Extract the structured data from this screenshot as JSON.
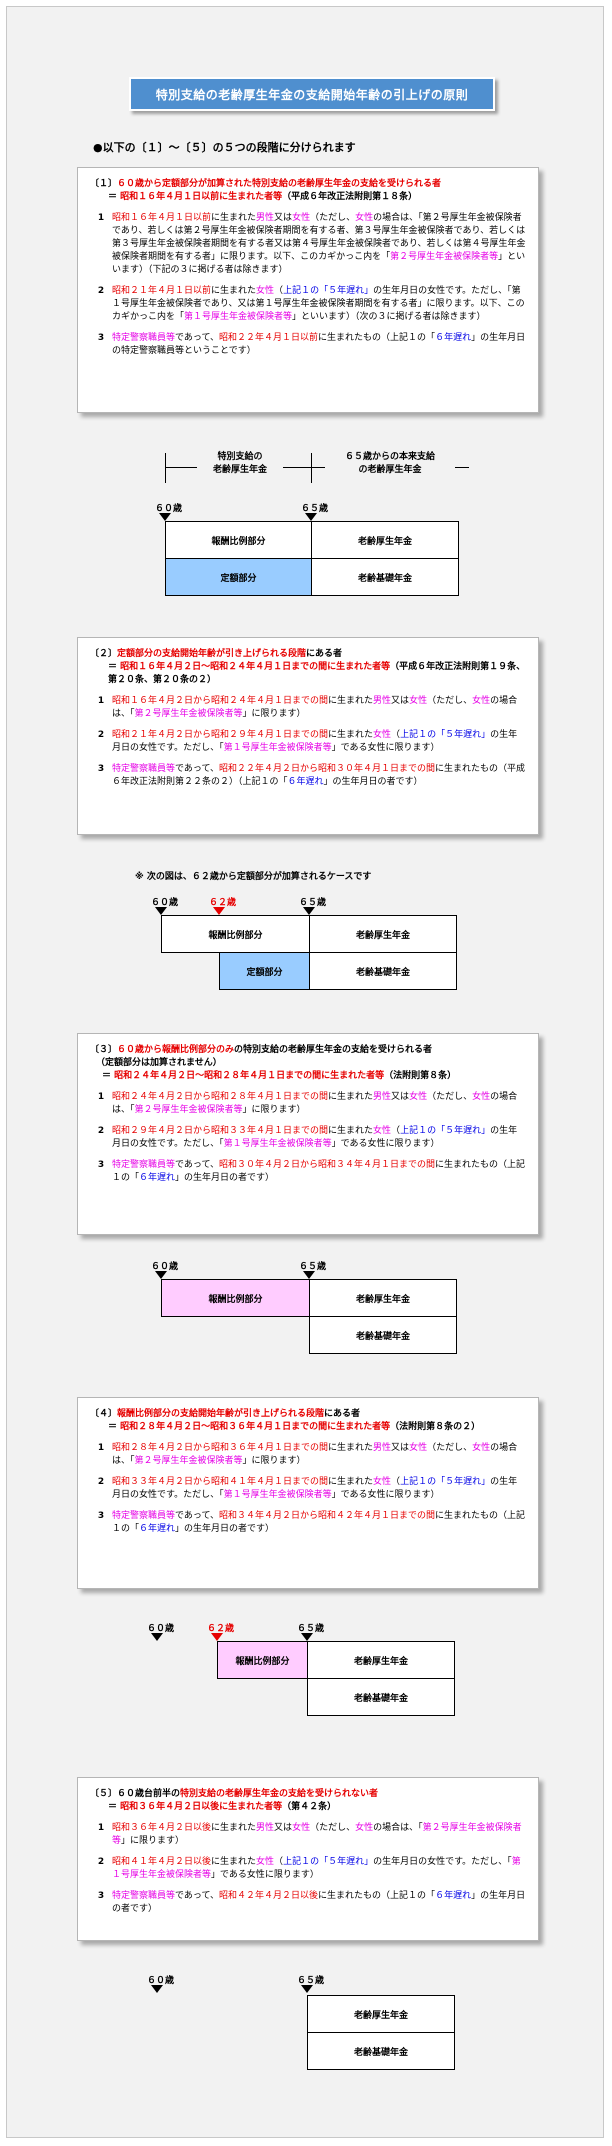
{
  "title": "特別支給の老齢厚生年金の支給開始年齢の引上げの原則",
  "intro": "●以下の〔１〕～〔５〕の５つの段階に分けられます",
  "sec1": {
    "h1": "〔１〕",
    "h2": "６０歳から定額部分が加算された特別支給の老齢厚生年金の支給を受けられる者",
    "h3": "＝",
    "h4": "昭和１６年４月１日以前に生まれた者等",
    "h5": "（平成６年改正法附則第１８条）",
    "items": [
      {
        "n": "1",
        "parts": [
          {
            "c": "red",
            "t": "昭和１６年４月１日以前"
          },
          {
            "c": "",
            "t": "に生まれた"
          },
          {
            "c": "pink",
            "t": "男性"
          },
          {
            "c": "",
            "t": "又は"
          },
          {
            "c": "pink",
            "t": "女性"
          },
          {
            "c": "",
            "t": "（ただし、"
          },
          {
            "c": "pink",
            "t": "女性"
          },
          {
            "c": "",
            "t": "の場合は、「第２号厚生年金被保険者であり、若しくは第２号厚生年金被保険者期間を有する者、第３号厚生年金被保険者であり、若しくは第３号厚生年金被保険者期間を有する者又は第４号厚生年金被保険者であり、若しくは第４号厚生年金被保険者期間を有する者」に限ります。以下、このカギかっこ内を「"
          },
          {
            "c": "pink",
            "t": "第２号厚生年金被保険者等"
          },
          {
            "c": "",
            "t": "」といいます）（下記の３に掲げる者は除きます）"
          }
        ]
      },
      {
        "n": "2",
        "parts": [
          {
            "c": "red",
            "t": "昭和２１年４月１日以前"
          },
          {
            "c": "",
            "t": "に生まれた"
          },
          {
            "c": "pink",
            "t": "女性"
          },
          {
            "c": "",
            "t": "（"
          },
          {
            "c": "blue",
            "t": "上記１の「５年遅れ」"
          },
          {
            "c": "",
            "t": "の生年月日の女性です。ただし、「第１号厚生年金被保険者であり、又は第１号厚生年金被保険者期間を有する者」に限ります。以下、このカギかっこ内を「"
          },
          {
            "c": "pink",
            "t": "第１号厚生年金被保険者等"
          },
          {
            "c": "",
            "t": "」といいます）（次の３に掲げる者は除きます）"
          }
        ]
      },
      {
        "n": "3",
        "parts": [
          {
            "c": "pink",
            "t": "特定警察職員等"
          },
          {
            "c": "",
            "t": "であって、"
          },
          {
            "c": "red",
            "t": "昭和２２年４月１日以前"
          },
          {
            "c": "",
            "t": "に生まれたもの（上記１の「"
          },
          {
            "c": "blue",
            "t": "６年遅れ"
          },
          {
            "c": "",
            "t": "」の生年月日の特定警察職員等ということです）"
          }
        ]
      }
    ]
  },
  "diag1": {
    "left_label": "特別支給の\n老齢厚生年金",
    "right_label": "６５歳からの本来支給\nの老齢厚生年金",
    "age60": "６０歳",
    "age65": "６５歳",
    "hirei": "報酬比例部分",
    "teigaku": "定額部分",
    "rorei_kosei": "老齢厚生年金",
    "rorei_kiso": "老齢基礎年金"
  },
  "sec2": {
    "h1": "〔２〕",
    "h2": "定額部分の支給開始年齢が引き上げられる段階",
    "h2b": "にある者",
    "h3": "＝",
    "h4": "昭和１６年４月２日～昭和２４年４月１日までの間に生まれた者等",
    "h5": "（平成６年改正法附則第１９条、第２０条、第２０条の２）",
    "items": [
      {
        "n": "1",
        "parts": [
          {
            "c": "red",
            "t": "昭和１６年４月２日から昭和２４年４月１日までの間"
          },
          {
            "c": "",
            "t": "に生まれた"
          },
          {
            "c": "pink",
            "t": "男性"
          },
          {
            "c": "",
            "t": "又は"
          },
          {
            "c": "pink",
            "t": "女性"
          },
          {
            "c": "",
            "t": "（ただし、"
          },
          {
            "c": "pink",
            "t": "女性"
          },
          {
            "c": "",
            "t": "の場合は、「"
          },
          {
            "c": "pink",
            "t": "第２号厚生年金被保険者等"
          },
          {
            "c": "",
            "t": "」に限ります）"
          }
        ]
      },
      {
        "n": "2",
        "parts": [
          {
            "c": "red",
            "t": "昭和２１年４月２日から昭和２９年４月１日までの間"
          },
          {
            "c": "",
            "t": "に生まれた"
          },
          {
            "c": "pink",
            "t": "女性"
          },
          {
            "c": "",
            "t": "（"
          },
          {
            "c": "blue",
            "t": "上記１の「５年遅れ」"
          },
          {
            "c": "",
            "t": "の生年月日の女性です。ただし、「"
          },
          {
            "c": "pink",
            "t": "第１号厚生年金被保険者等"
          },
          {
            "c": "",
            "t": "」である女性に限ります）"
          }
        ]
      },
      {
        "n": "3",
        "parts": [
          {
            "c": "pink",
            "t": "特定警察職員等"
          },
          {
            "c": "",
            "t": "であって、"
          },
          {
            "c": "red",
            "t": "昭和２２年４月２日から昭和３０年４月１日までの間"
          },
          {
            "c": "",
            "t": "に生まれたもの（平成６年改正法附則第２２条の２）（上記１の「"
          },
          {
            "c": "blue",
            "t": "６年遅れ"
          },
          {
            "c": "",
            "t": "」の生年月日の者です）"
          }
        ]
      }
    ]
  },
  "note2": "※ 次の図は、６２歳から定額部分が加算されるケースです",
  "diag2": {
    "age60": "６０歳",
    "age62": "６２歳",
    "age65": "６５歳",
    "hirei": "報酬比例部分",
    "teigaku": "定額部分",
    "rorei_kosei": "老齢厚生年金",
    "rorei_kiso": "老齢基礎年金"
  },
  "sec3": {
    "h1": "〔３〕",
    "h2": "６０歳から報酬比例部分のみ",
    "h2b": "の特別支給の老齢厚生年金の支給を受けられる者",
    "h2c": "（定額部分は加算されません）",
    "h3": "＝",
    "h4": "昭和２４年４月２日～昭和２８年４月１日までの間に生まれた者等",
    "h5": "（法附則第８条）",
    "items": [
      {
        "n": "1",
        "parts": [
          {
            "c": "red",
            "t": "昭和２４年４月２日から昭和２８年４月１日までの間"
          },
          {
            "c": "",
            "t": "に生まれた"
          },
          {
            "c": "pink",
            "t": "男性"
          },
          {
            "c": "",
            "t": "又は"
          },
          {
            "c": "pink",
            "t": "女性"
          },
          {
            "c": "",
            "t": "（ただし、"
          },
          {
            "c": "pink",
            "t": "女性"
          },
          {
            "c": "",
            "t": "の場合は、「"
          },
          {
            "c": "pink",
            "t": "第２号厚生年金被保険者等"
          },
          {
            "c": "",
            "t": "」に限ります）"
          }
        ]
      },
      {
        "n": "2",
        "parts": [
          {
            "c": "red",
            "t": "昭和２９年４月２日から昭和３３年４月１日までの間"
          },
          {
            "c": "",
            "t": "に生まれた"
          },
          {
            "c": "pink",
            "t": "女性"
          },
          {
            "c": "",
            "t": "（"
          },
          {
            "c": "blue",
            "t": "上記１の「５年遅れ」"
          },
          {
            "c": "",
            "t": "の生年月日の女性です。ただし、「"
          },
          {
            "c": "pink",
            "t": "第１号厚生年金被保険者等"
          },
          {
            "c": "",
            "t": "」である女性に限ります）"
          }
        ]
      },
      {
        "n": "3",
        "parts": [
          {
            "c": "pink",
            "t": "特定警察職員等"
          },
          {
            "c": "",
            "t": "であって、"
          },
          {
            "c": "red",
            "t": "昭和３０年４月２日から昭和３４年４月１日までの間"
          },
          {
            "c": "",
            "t": "に生まれたもの（上記１の「"
          },
          {
            "c": "blue",
            "t": "６年遅れ"
          },
          {
            "c": "",
            "t": "」の生年月日の者です）"
          }
        ]
      }
    ]
  },
  "diag3": {
    "age60": "６０歳",
    "age65": "６５歳",
    "hirei": "報酬比例部分",
    "rorei_kosei": "老齢厚生年金",
    "rorei_kiso": "老齢基礎年金"
  },
  "sec4": {
    "h1": "〔４〕",
    "h2": "報酬比例部分の支給開始年齢が引き上げられる段階",
    "h2b": "にある者",
    "h3": "＝",
    "h4": "昭和２８年４月２日～昭和３６年４月１日までの間に生まれた者等",
    "h5": "（法附則第８条の２）",
    "items": [
      {
        "n": "1",
        "parts": [
          {
            "c": "red",
            "t": "昭和２８年４月２日から昭和３６年４月１日までの間"
          },
          {
            "c": "",
            "t": "に生まれた"
          },
          {
            "c": "pink",
            "t": "男性"
          },
          {
            "c": "",
            "t": "又は"
          },
          {
            "c": "pink",
            "t": "女性"
          },
          {
            "c": "",
            "t": "（ただし、"
          },
          {
            "c": "pink",
            "t": "女性"
          },
          {
            "c": "",
            "t": "の場合は、「"
          },
          {
            "c": "pink",
            "t": "第２号厚生年金被保険者等"
          },
          {
            "c": "",
            "t": "」に限ります）"
          }
        ]
      },
      {
        "n": "2",
        "parts": [
          {
            "c": "red",
            "t": "昭和３３年４月２日から昭和４１年４月１日までの間"
          },
          {
            "c": "",
            "t": "に生まれた"
          },
          {
            "c": "pink",
            "t": "女性"
          },
          {
            "c": "",
            "t": "（"
          },
          {
            "c": "blue",
            "t": "上記１の「５年遅れ」"
          },
          {
            "c": "",
            "t": "の生年月日の女性です。ただし、「"
          },
          {
            "c": "pink",
            "t": "第１号厚生年金被保険者等"
          },
          {
            "c": "",
            "t": "」である女性に限ります）"
          }
        ]
      },
      {
        "n": "3",
        "parts": [
          {
            "c": "pink",
            "t": "特定警察職員等"
          },
          {
            "c": "",
            "t": "であって、"
          },
          {
            "c": "red",
            "t": "昭和３４年４月２日から昭和４２年４月１日までの間"
          },
          {
            "c": "",
            "t": "に生まれたもの（上記１の「"
          },
          {
            "c": "blue",
            "t": "６年遅れ"
          },
          {
            "c": "",
            "t": "」の生年月日の者です）"
          }
        ]
      }
    ]
  },
  "diag4": {
    "age60": "６０歳",
    "age62": "６２歳",
    "age65": "６５歳",
    "hirei": "報酬比例部分",
    "rorei_kosei": "老齢厚生年金",
    "rorei_kiso": "老齢基礎年金"
  },
  "sec5": {
    "h1": "〔５〕",
    "h2a": "６０歳台前半の",
    "h2": "特別支給の老齢厚生年金の支給を受けられない者",
    "h3": "＝",
    "h4": "昭和３６年４月２日以後に生まれた者等",
    "h5": "（第４２条）",
    "items": [
      {
        "n": "1",
        "parts": [
          {
            "c": "red",
            "t": "昭和３６年４月２日以後"
          },
          {
            "c": "",
            "t": "に生まれた"
          },
          {
            "c": "pink",
            "t": "男性"
          },
          {
            "c": "",
            "t": "又は"
          },
          {
            "c": "pink",
            "t": "女性"
          },
          {
            "c": "",
            "t": "（ただし、"
          },
          {
            "c": "pink",
            "t": "女性"
          },
          {
            "c": "",
            "t": "の場合は、「"
          },
          {
            "c": "pink",
            "t": "第２号厚生年金被保険者等"
          },
          {
            "c": "",
            "t": "」に限ります）"
          }
        ]
      },
      {
        "n": "2",
        "parts": [
          {
            "c": "red",
            "t": "昭和４１年４月２日以後"
          },
          {
            "c": "",
            "t": "に生まれた"
          },
          {
            "c": "pink",
            "t": "女性"
          },
          {
            "c": "",
            "t": "（"
          },
          {
            "c": "blue",
            "t": "上記１の「５年遅れ」"
          },
          {
            "c": "",
            "t": "の生年月日の女性です。ただし、「"
          },
          {
            "c": "pink",
            "t": "第１号厚生年金被保険者等"
          },
          {
            "c": "",
            "t": "」である女性に限ります）"
          }
        ]
      },
      {
        "n": "3",
        "parts": [
          {
            "c": "pink",
            "t": "特定警察職員等"
          },
          {
            "c": "",
            "t": "であって、"
          },
          {
            "c": "red",
            "t": "昭和４２年４月２日以後"
          },
          {
            "c": "",
            "t": "に生まれたもの（上記１の「"
          },
          {
            "c": "blue",
            "t": "６年遅れ"
          },
          {
            "c": "",
            "t": "」の生年月日の者です）"
          }
        ]
      }
    ]
  },
  "diag5": {
    "age60": "６０歳",
    "age65": "６５歳",
    "rorei_kosei": "老齢厚生年金",
    "rorei_kiso": "老齢基礎年金"
  },
  "colors": {
    "title_bg": "#4f8fcf",
    "red": "#e60000",
    "pink": "#e600e6",
    "blue": "#0000e6",
    "teigaku_fill": "#99ccff",
    "hirei_fill": "#ffccff"
  }
}
